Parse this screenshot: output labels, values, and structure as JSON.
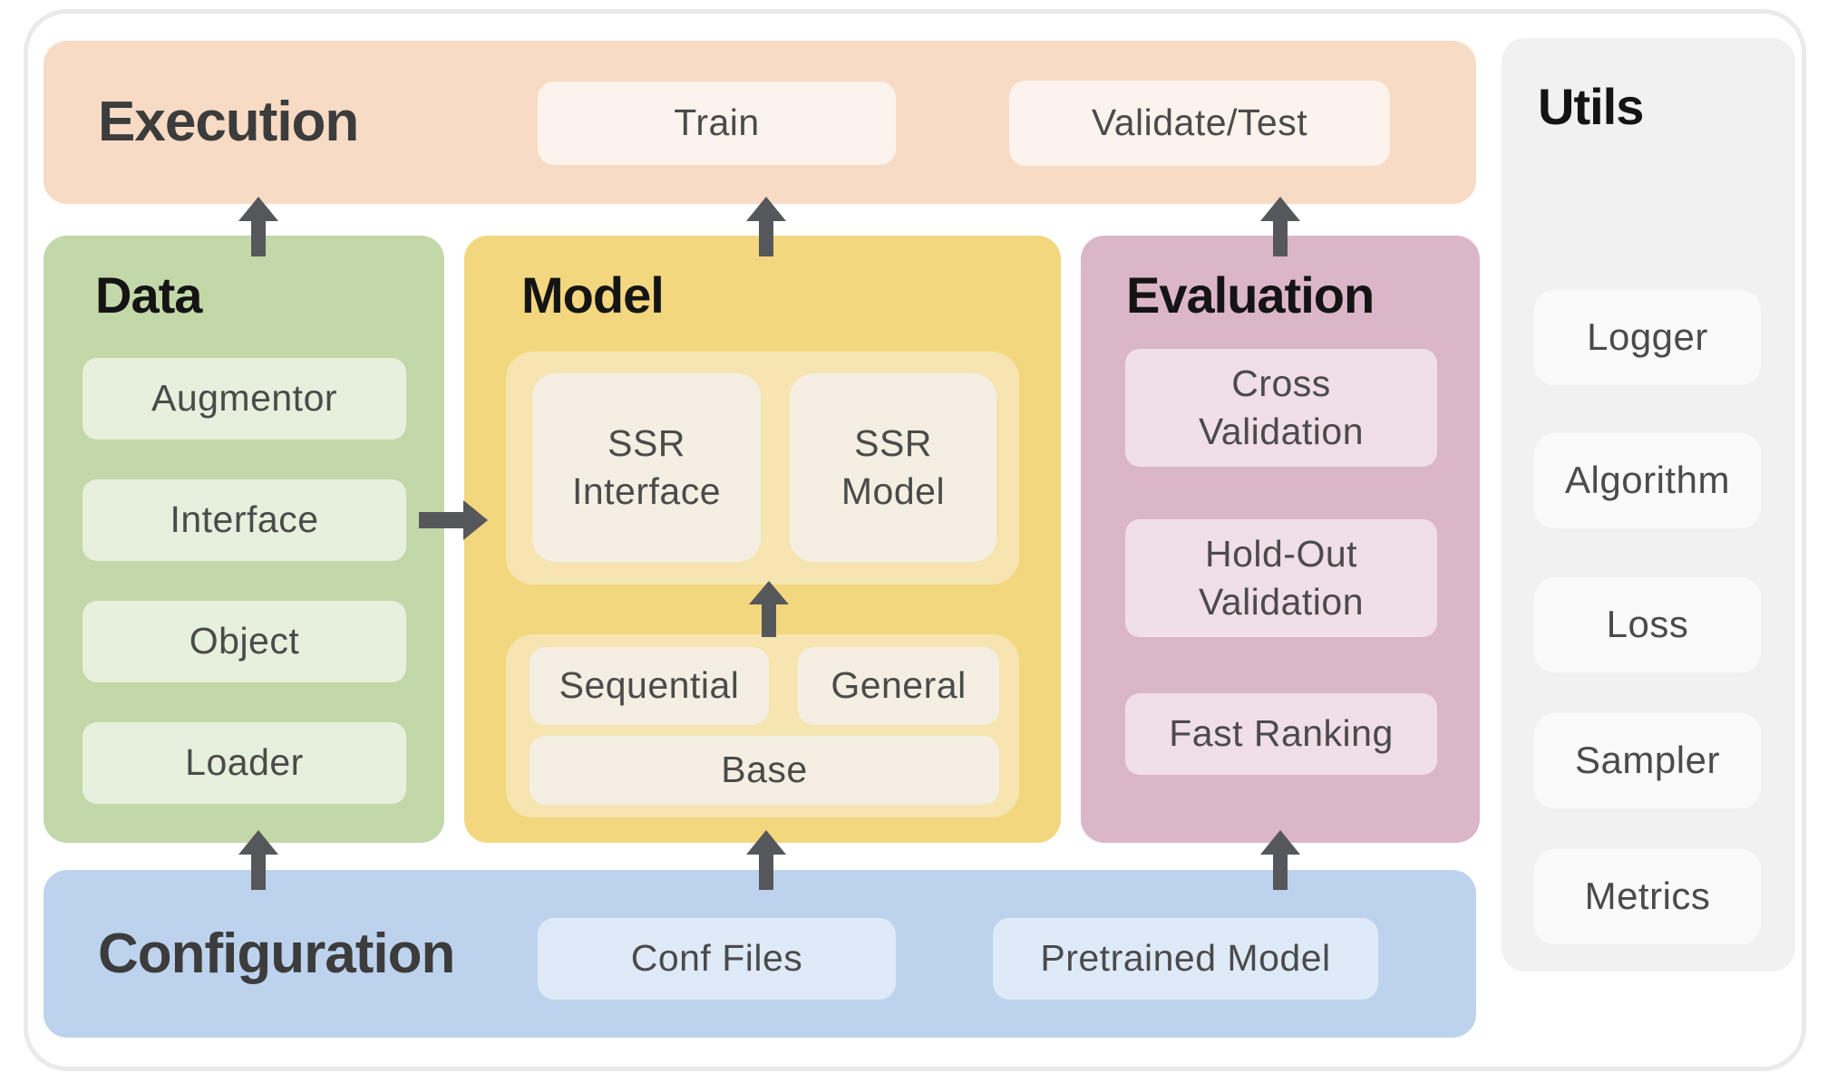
{
  "diagram": {
    "execution": {
      "title": "Execution",
      "items": [
        "Train",
        "Validate/Test"
      ]
    },
    "data_panel": {
      "title": "Data",
      "items": [
        "Augmentor",
        "Interface",
        "Object",
        "Loader"
      ]
    },
    "model": {
      "title": "Model",
      "top_group_items": [
        "SSR Interface",
        "SSR Model"
      ],
      "bottom_group_items": [
        "Sequential",
        "General",
        "Base"
      ]
    },
    "evaluation": {
      "title": "Evaluation",
      "items": [
        "Cross Validation",
        "Hold-Out Validation",
        "Fast Ranking"
      ]
    },
    "configuration": {
      "title": "Configuration",
      "items": [
        "Conf Files",
        "Pretrained Model"
      ]
    },
    "utils": {
      "title": "Utils",
      "items": [
        "Logger",
        "Algorithm",
        "Loss",
        "Sampler",
        "Metrics"
      ]
    },
    "arrows": [
      {
        "from": "Data",
        "to": "Execution",
        "direction": "up"
      },
      {
        "from": "Model",
        "to": "Execution",
        "direction": "up"
      },
      {
        "from": "Evaluation",
        "to": "Execution",
        "direction": "up"
      },
      {
        "from": "Configuration",
        "to": "Data",
        "direction": "up"
      },
      {
        "from": "Configuration",
        "to": "Model",
        "direction": "up"
      },
      {
        "from": "Configuration",
        "to": "Evaluation",
        "direction": "up"
      },
      {
        "from": "Sequential/General/Base",
        "to": "SSR Interface/SSR Model",
        "direction": "up"
      },
      {
        "from": "Interface",
        "to": "Model",
        "direction": "right"
      }
    ],
    "colors": {
      "execution_bg": "#F8DBC5",
      "execution_item_bg": "#FCF3EC",
      "data_bg": "#C3D8A9",
      "data_item_bg": "#E6F0DC",
      "model_bg": "#F3D77E",
      "model_group_bg": "#F6E5B1",
      "model_item_bg": "#F4EFE2",
      "evaluation_bg": "#DBB6C8",
      "evaluation_item_bg": "#F0DEE9",
      "configuration_bg": "#BDD3ED",
      "configuration_item_bg": "#DFEAF8",
      "utils_bg": "#F1F1F1",
      "utils_item_bg": "#FAFAFA",
      "arrow": "#56575A",
      "label_text": "#4B4B4B",
      "title_text": "#141414"
    }
  }
}
